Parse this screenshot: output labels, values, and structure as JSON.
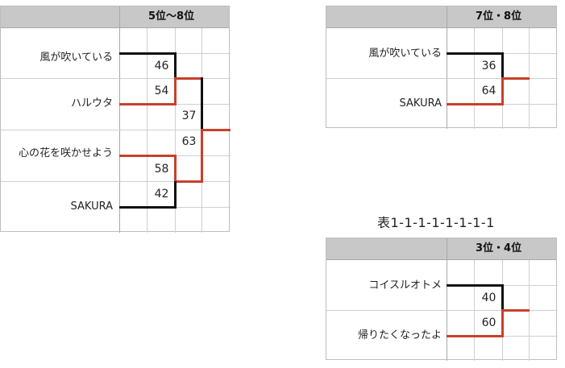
{
  "bracket_5_8": {
    "title": "5位〜8位",
    "teams": [
      "風が吹いている",
      "ハルウタ",
      "心の花を咲かせよう",
      "SAKURA"
    ],
    "scores": {
      "r1_top": "46",
      "r1_b": "54",
      "r2_top": "37",
      "r2_bot": "63",
      "r1_c": "58",
      "r1_d": "42"
    }
  },
  "bracket_7_8": {
    "title": "7位・8位",
    "teams": [
      "風が吹いている",
      "SAKURA"
    ],
    "scores": {
      "top": "36",
      "bottom": "64"
    }
  },
  "caption": "表1-1-1-1-1-1-1-1",
  "bracket_3_4": {
    "title": "3位・4位",
    "teams": [
      "コイスルオトメ",
      "帰りたくなったよ"
    ],
    "scores": {
      "top": "40",
      "bottom": "60"
    }
  },
  "colors": {
    "winner_line": "#c8402c",
    "loser_line": "#111111",
    "header_bg": "#c8c8c8",
    "grid": "#cfcfcf"
  }
}
